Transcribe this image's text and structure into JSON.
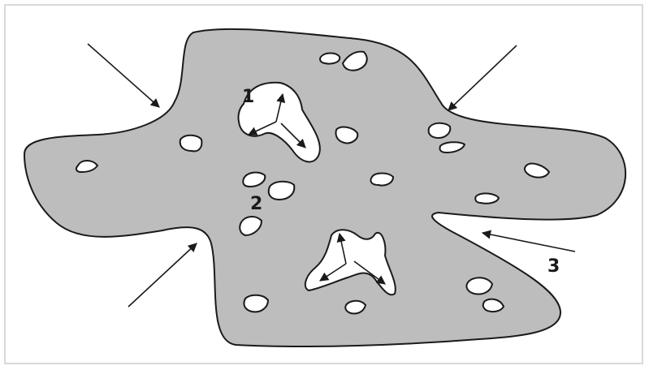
{
  "labels": {
    "one": "1",
    "two": "2",
    "three": "3"
  },
  "colors": {
    "body_fill": "#bdbdbd",
    "outline": "#1a1a1a",
    "pore_fill": "#ffffff",
    "frame": "#d9d9d9"
  }
}
